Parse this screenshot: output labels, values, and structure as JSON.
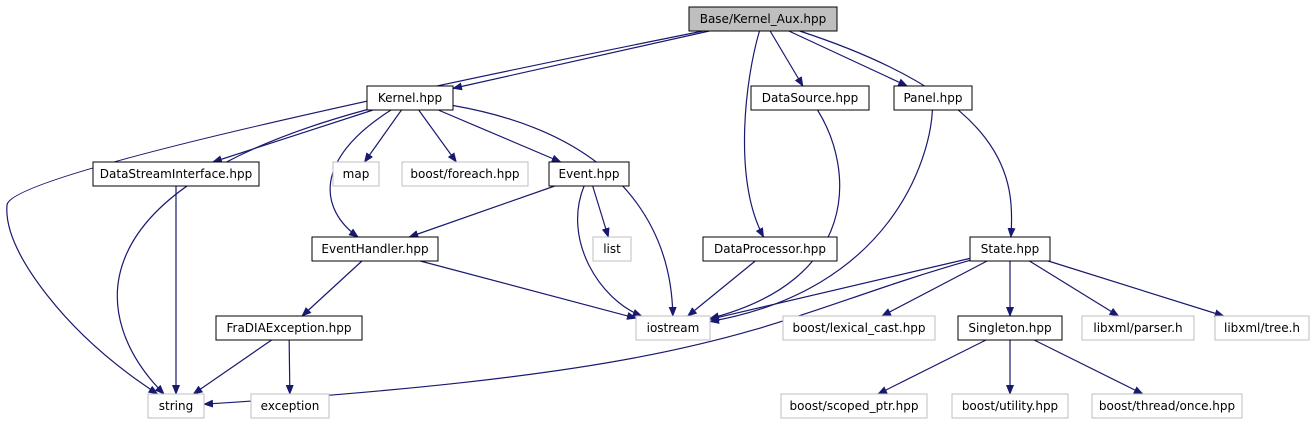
{
  "nodes": [
    {
      "id": "aux",
      "label": "Base/Kernel_Aux.hpp",
      "kind": "root"
    },
    {
      "id": "kernel",
      "label": "Kernel.hpp",
      "kind": "local"
    },
    {
      "id": "datasource",
      "label": "DataSource.hpp",
      "kind": "local"
    },
    {
      "id": "panel",
      "label": "Panel.hpp",
      "kind": "local"
    },
    {
      "id": "dsi",
      "label": "DataStreamInterface.hpp",
      "kind": "local"
    },
    {
      "id": "map",
      "label": "map",
      "kind": "system"
    },
    {
      "id": "foreach",
      "label": "boost/foreach.hpp",
      "kind": "system"
    },
    {
      "id": "event",
      "label": "Event.hpp",
      "kind": "local"
    },
    {
      "id": "list",
      "label": "list",
      "kind": "system"
    },
    {
      "id": "eventhandler",
      "label": "EventHandler.hpp",
      "kind": "local"
    },
    {
      "id": "dataprocessor",
      "label": "DataProcessor.hpp",
      "kind": "local"
    },
    {
      "id": "state",
      "label": "State.hpp",
      "kind": "local"
    },
    {
      "id": "fradia",
      "label": "FraDIAException.hpp",
      "kind": "local"
    },
    {
      "id": "iostream",
      "label": "iostream",
      "kind": "system"
    },
    {
      "id": "lexcast",
      "label": "boost/lexical_cast.hpp",
      "kind": "system"
    },
    {
      "id": "singleton",
      "label": "Singleton.hpp",
      "kind": "local"
    },
    {
      "id": "parser",
      "label": "libxml/parser.h",
      "kind": "system"
    },
    {
      "id": "tree",
      "label": "libxml/tree.h",
      "kind": "system"
    },
    {
      "id": "string",
      "label": "string",
      "kind": "system"
    },
    {
      "id": "exception",
      "label": "exception",
      "kind": "system"
    },
    {
      "id": "scoped",
      "label": "boost/scoped_ptr.hpp",
      "kind": "system"
    },
    {
      "id": "utility",
      "label": "boost/utility.hpp",
      "kind": "system"
    },
    {
      "id": "once",
      "label": "boost/thread/once.hpp",
      "kind": "system"
    }
  ],
  "edges": [
    [
      "aux",
      "kernel"
    ],
    [
      "aux",
      "datasource"
    ],
    [
      "aux",
      "panel"
    ],
    [
      "aux",
      "dataprocessor"
    ],
    [
      "aux",
      "state"
    ],
    [
      "aux",
      "string"
    ],
    [
      "kernel",
      "dsi"
    ],
    [
      "kernel",
      "map"
    ],
    [
      "kernel",
      "foreach"
    ],
    [
      "kernel",
      "event"
    ],
    [
      "kernel",
      "eventhandler"
    ],
    [
      "kernel",
      "iostream"
    ],
    [
      "kernel",
      "string"
    ],
    [
      "datasource",
      "iostream"
    ],
    [
      "panel",
      "iostream"
    ],
    [
      "dsi",
      "string"
    ],
    [
      "event",
      "eventhandler"
    ],
    [
      "event",
      "list"
    ],
    [
      "event",
      "iostream"
    ],
    [
      "eventhandler",
      "fradia"
    ],
    [
      "eventhandler",
      "iostream"
    ],
    [
      "dataprocessor",
      "iostream"
    ],
    [
      "fradia",
      "string"
    ],
    [
      "fradia",
      "exception"
    ],
    [
      "state",
      "iostream"
    ],
    [
      "state",
      "lexcast"
    ],
    [
      "state",
      "singleton"
    ],
    [
      "state",
      "parser"
    ],
    [
      "state",
      "tree"
    ],
    [
      "state",
      "string"
    ],
    [
      "singleton",
      "scoped"
    ],
    [
      "singleton",
      "utility"
    ],
    [
      "singleton",
      "once"
    ]
  ],
  "colors": {
    "edge": "#191970",
    "root_fill": "#bfbfbf",
    "root_stroke": "#000000",
    "local_stroke": "#000000",
    "system_stroke": "#bfbfbf",
    "text": "#000000"
  }
}
